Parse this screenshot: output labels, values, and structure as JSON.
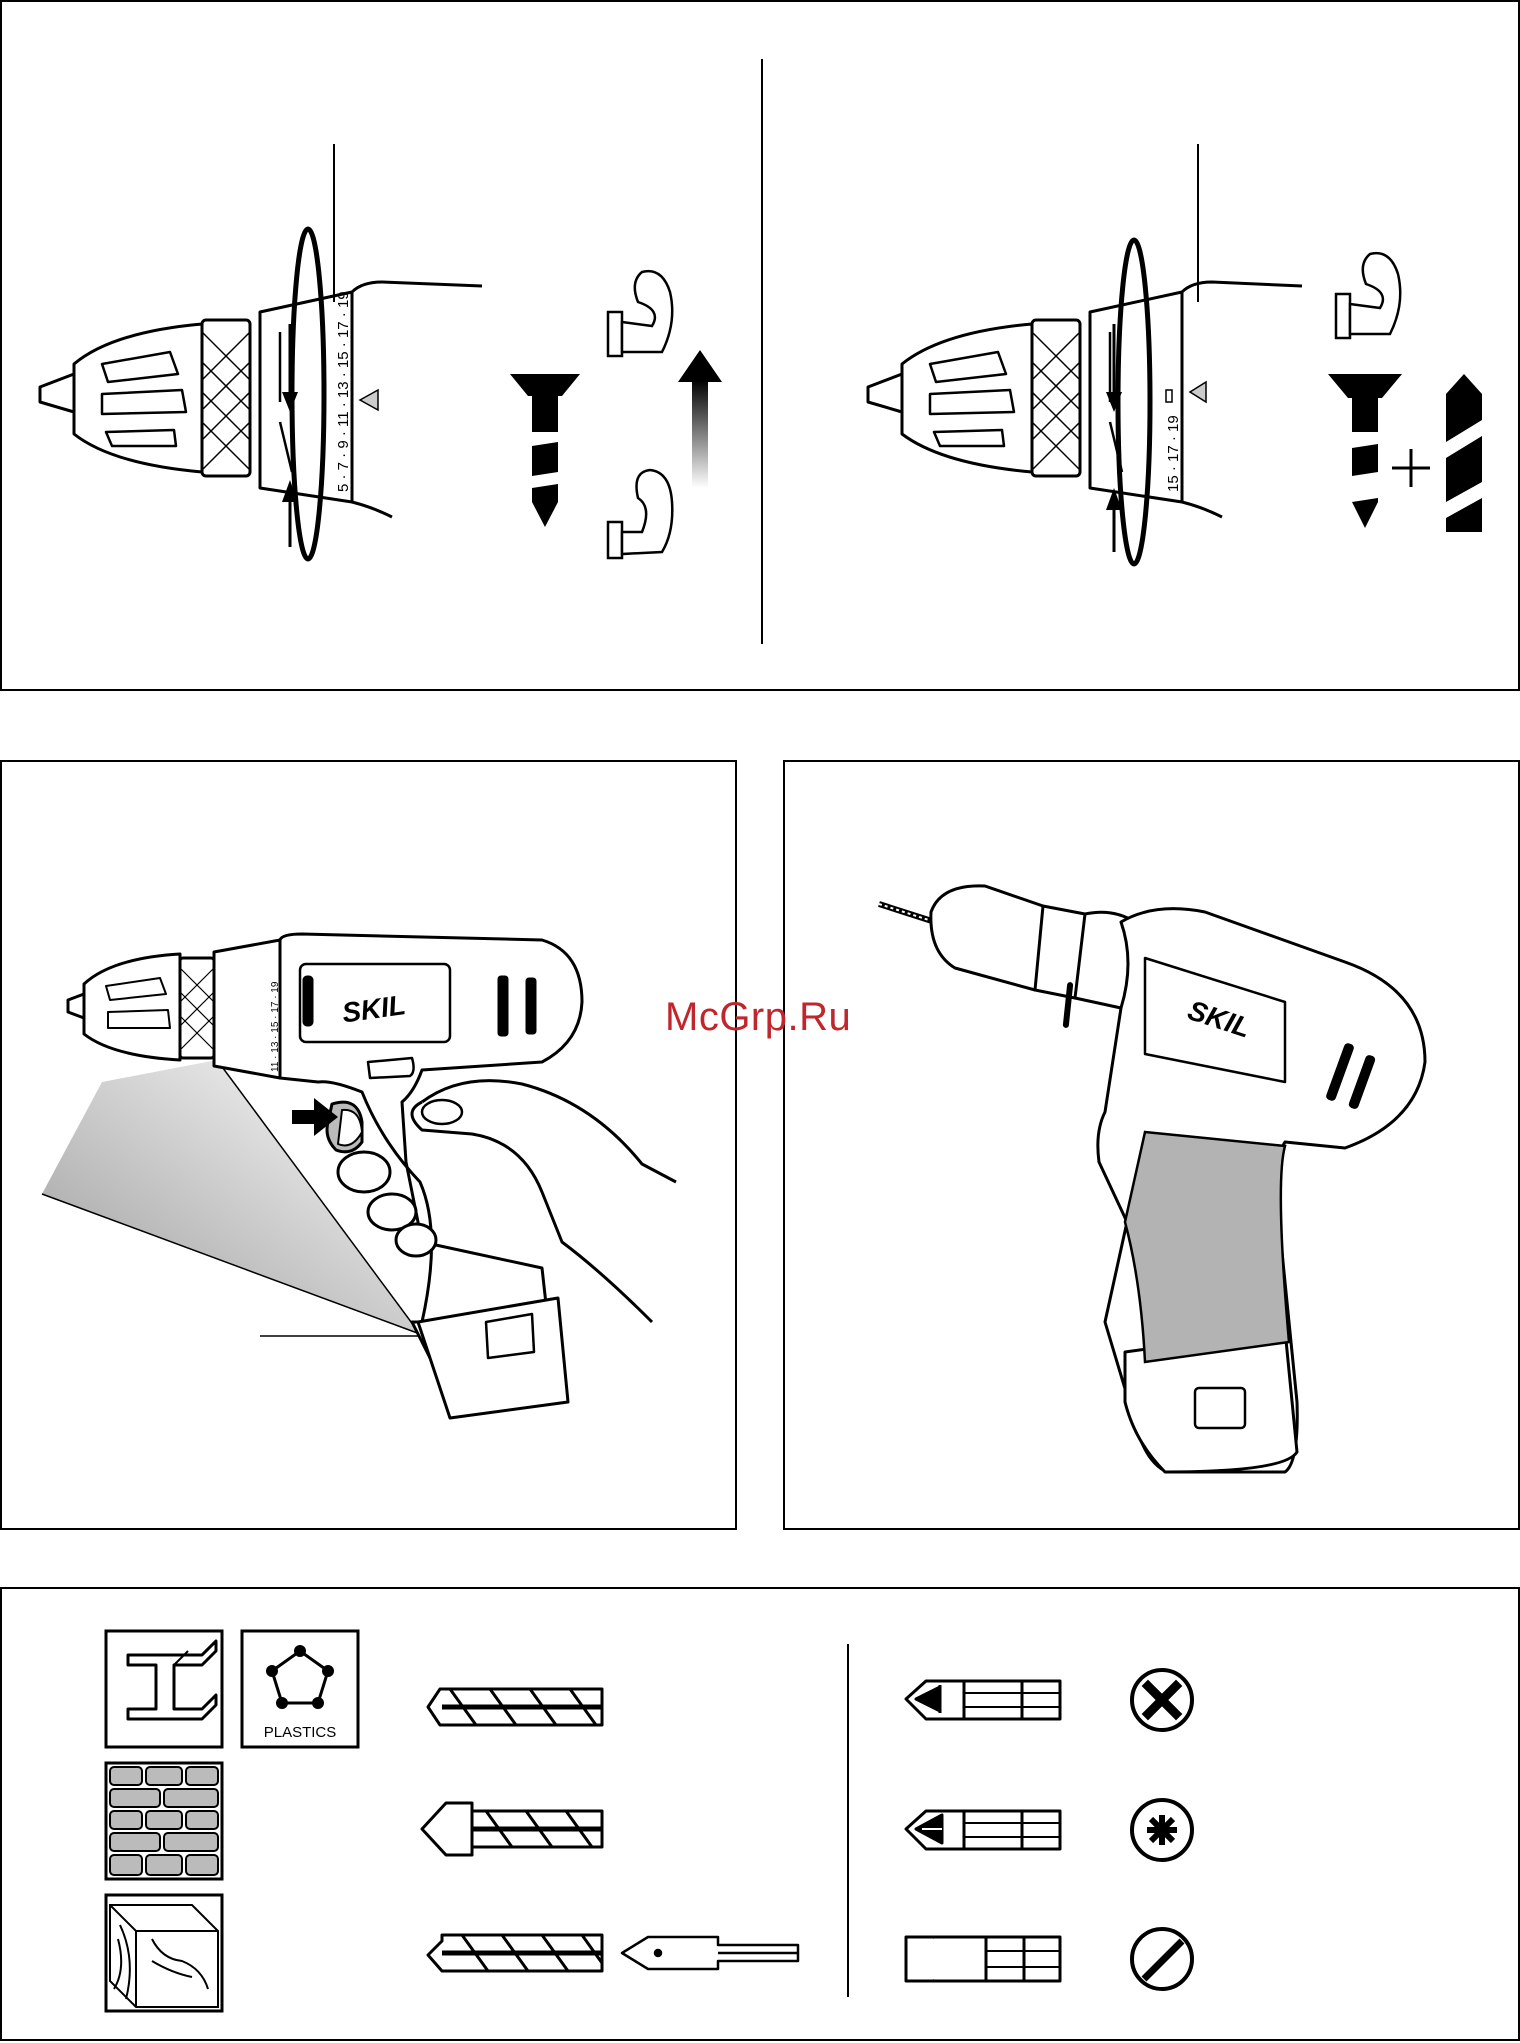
{
  "top_panel": {
    "left_scale_labels": "5 · 7 · 9 · 11 · 13 · 15 · 17 · 19",
    "right_scale_labels": "15 · 17 · 19"
  },
  "mid_left_panel": {
    "brand": "SKIL",
    "collar_scale": "11 · 13 · 15 · 17 · 19"
  },
  "mid_right_panel": {
    "brand": "SKIL"
  },
  "bottom_panel": {
    "plastics_label": "PLASTICS",
    "icons": [
      "steel-beam-icon",
      "plastics-icon",
      "brick-wall-icon",
      "wood-icon",
      "metal-drill-bit-icon",
      "masonry-drill-bit-icon",
      "wood-drill-bit-icon",
      "spade-bit-icon",
      "phillips-bit-icon",
      "pozidriv-bit-icon",
      "slotted-bit-icon",
      "phillips-screw-head-icon",
      "pozidriv-screw-head-icon",
      "slotted-screw-head-icon"
    ]
  },
  "watermark": "McGrp.Ru",
  "colors": {
    "line": "#000000",
    "grip_gray": "#b3b3b3",
    "watermark_red": "#c0272d"
  }
}
